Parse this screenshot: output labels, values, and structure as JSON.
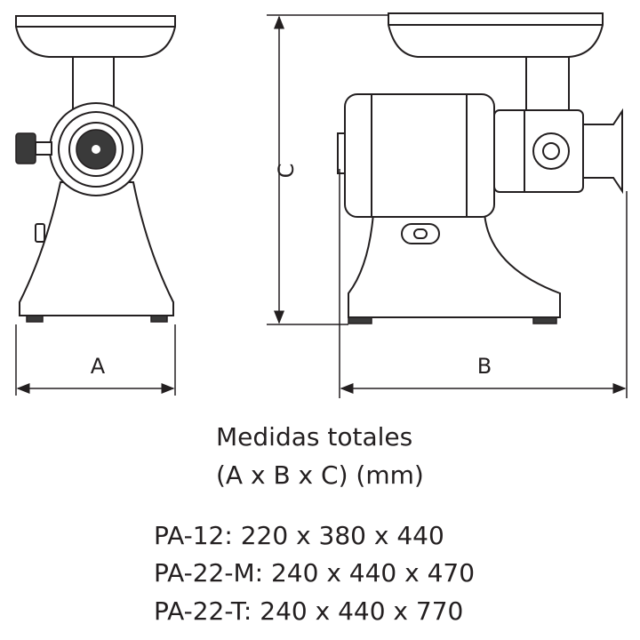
{
  "diagram": {
    "dimension_labels": {
      "a": "A",
      "b": "B",
      "c": "C"
    },
    "caption": {
      "title": "Medidas totales",
      "subtitle": "(A x B x C) (mm)"
    },
    "models": [
      {
        "name": "PA-12:",
        "dims": "220 x 380 x 440"
      },
      {
        "name": "PA-22-M:",
        "dims": "240 x 440 x 470"
      },
      {
        "name": "PA-22-T:",
        "dims": "240 x 440 x 770"
      }
    ]
  }
}
